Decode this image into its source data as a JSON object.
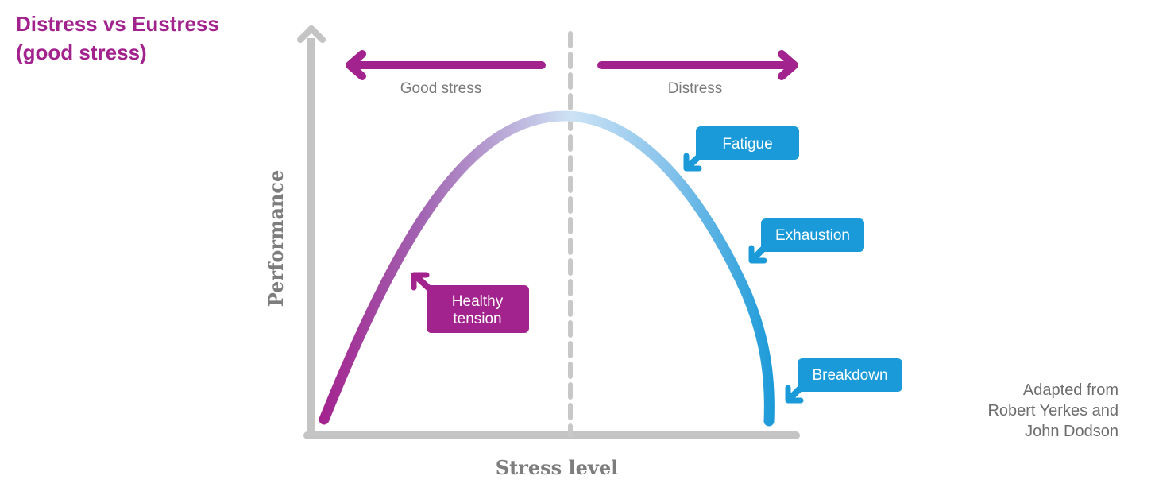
{
  "title": {
    "line1": "Distress vs Eustress",
    "line2": "(good stress)"
  },
  "regions": {
    "left": "Good stress",
    "right": "Distress"
  },
  "axes": {
    "x_label": "Stress level",
    "y_label": "Performance"
  },
  "callouts": {
    "healthy": [
      "Healthy",
      "tension"
    ],
    "fatigue": "Fatigue",
    "exhaustion": "Exhaustion",
    "breakdown": "Breakdown"
  },
  "credit": [
    "Adapted from",
    "Robert Yerkes and",
    "John Dodson"
  ],
  "colors": {
    "purple": "#a3238e",
    "blue": "#1a9ad8",
    "light_blue": "#a9d3f0",
    "axis_gray": "#c4c4c4",
    "text_gray": "#7a7a7a"
  }
}
